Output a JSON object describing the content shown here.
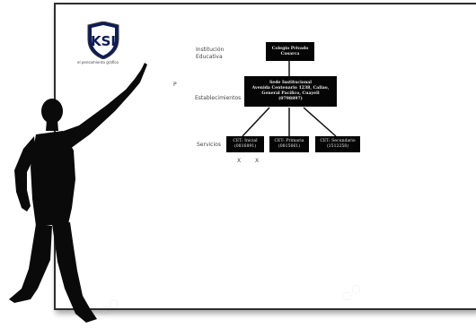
{
  "logo": {
    "text": "KSI",
    "caption": "el pensamiento grafico"
  },
  "labels": {
    "institution": "Institución Educativa",
    "establishments": "Establecimientos",
    "services": "Servicios",
    "stray_p": "P",
    "x_marks": [
      "X",
      "X"
    ]
  },
  "nodes": {
    "top": {
      "lines": [
        "Colegio Privado",
        "Cusarca"
      ]
    },
    "middle": {
      "lines": [
        "Sede Institucional",
        "Avenida Centenario 1238, Callao,",
        "General Pacífico, Cuayeli",
        "(0798897)"
      ]
    },
    "services": [
      {
        "lines": [
          "CET: Inicial",
          "(0816891)"
        ]
      },
      {
        "lines": [
          "CET: Primaria",
          "(0815661)"
        ]
      },
      {
        "lines": [
          "CET: Secundario",
          "(1512258)"
        ]
      }
    ]
  },
  "colors": {
    "node_fill": "#050505",
    "board_border": "#2e2e2e",
    "silhouette": "#0a0a0a"
  }
}
